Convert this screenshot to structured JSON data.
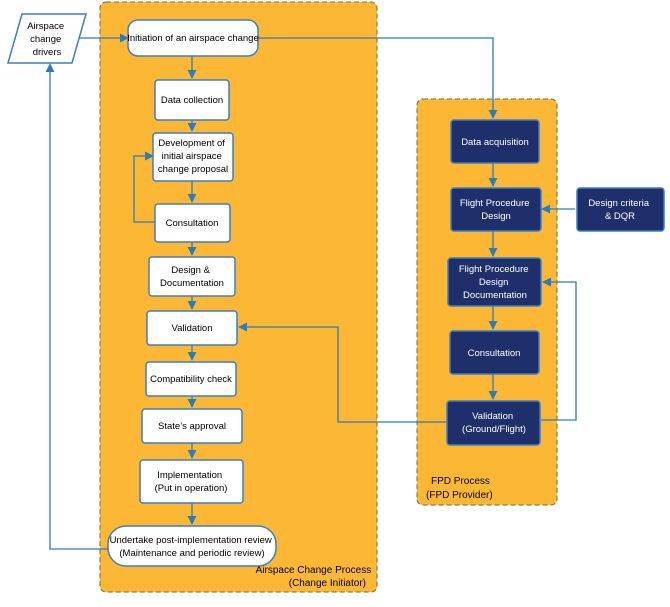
{
  "colors": {
    "panel_fill": "#fcb834",
    "panel_border": "#7a6a3a",
    "connector": "#2a7dbb",
    "white_box_border": "#3b7fc4",
    "dark_box_fill": "#1f2f6b",
    "dark_box_border": "#3b7fc4"
  },
  "drivers": {
    "lines": [
      "Airspace",
      "change",
      "drivers"
    ]
  },
  "acp": {
    "label_lines": [
      "Airspace Change Process",
      "(Change Initiator)"
    ],
    "steps": [
      {
        "lines": [
          "Initiation of an airspace change"
        ]
      },
      {
        "lines": [
          "Data collection"
        ]
      },
      {
        "lines": [
          "Development of",
          "initial airspace",
          "change proposal"
        ]
      },
      {
        "lines": [
          "Consultation"
        ]
      },
      {
        "lines": [
          "Design &",
          "Documentation"
        ]
      },
      {
        "lines": [
          "Validation"
        ]
      },
      {
        "lines": [
          "Compatibility check"
        ]
      },
      {
        "lines": [
          "State’s approval"
        ]
      },
      {
        "lines": [
          "Implementation",
          "(Put in operation)"
        ]
      },
      {
        "lines": [
          "Undertake post-implementation review",
          "(Maintenance and periodic review)"
        ]
      }
    ]
  },
  "fpd": {
    "label_lines": [
      "FPD Process",
      "(FPD Provider)"
    ],
    "steps": [
      {
        "lines": [
          "Data acquisition"
        ]
      },
      {
        "lines": [
          "Flight Procedure",
          "Design"
        ]
      },
      {
        "lines": [
          "Flight Procedure",
          "Design",
          "Documentation"
        ]
      },
      {
        "lines": [
          "Consultation"
        ]
      },
      {
        "lines": [
          "Validation",
          "(Ground/Flight)"
        ]
      }
    ]
  },
  "design_criteria": {
    "lines": [
      "Design criteria",
      "& DQR"
    ]
  }
}
